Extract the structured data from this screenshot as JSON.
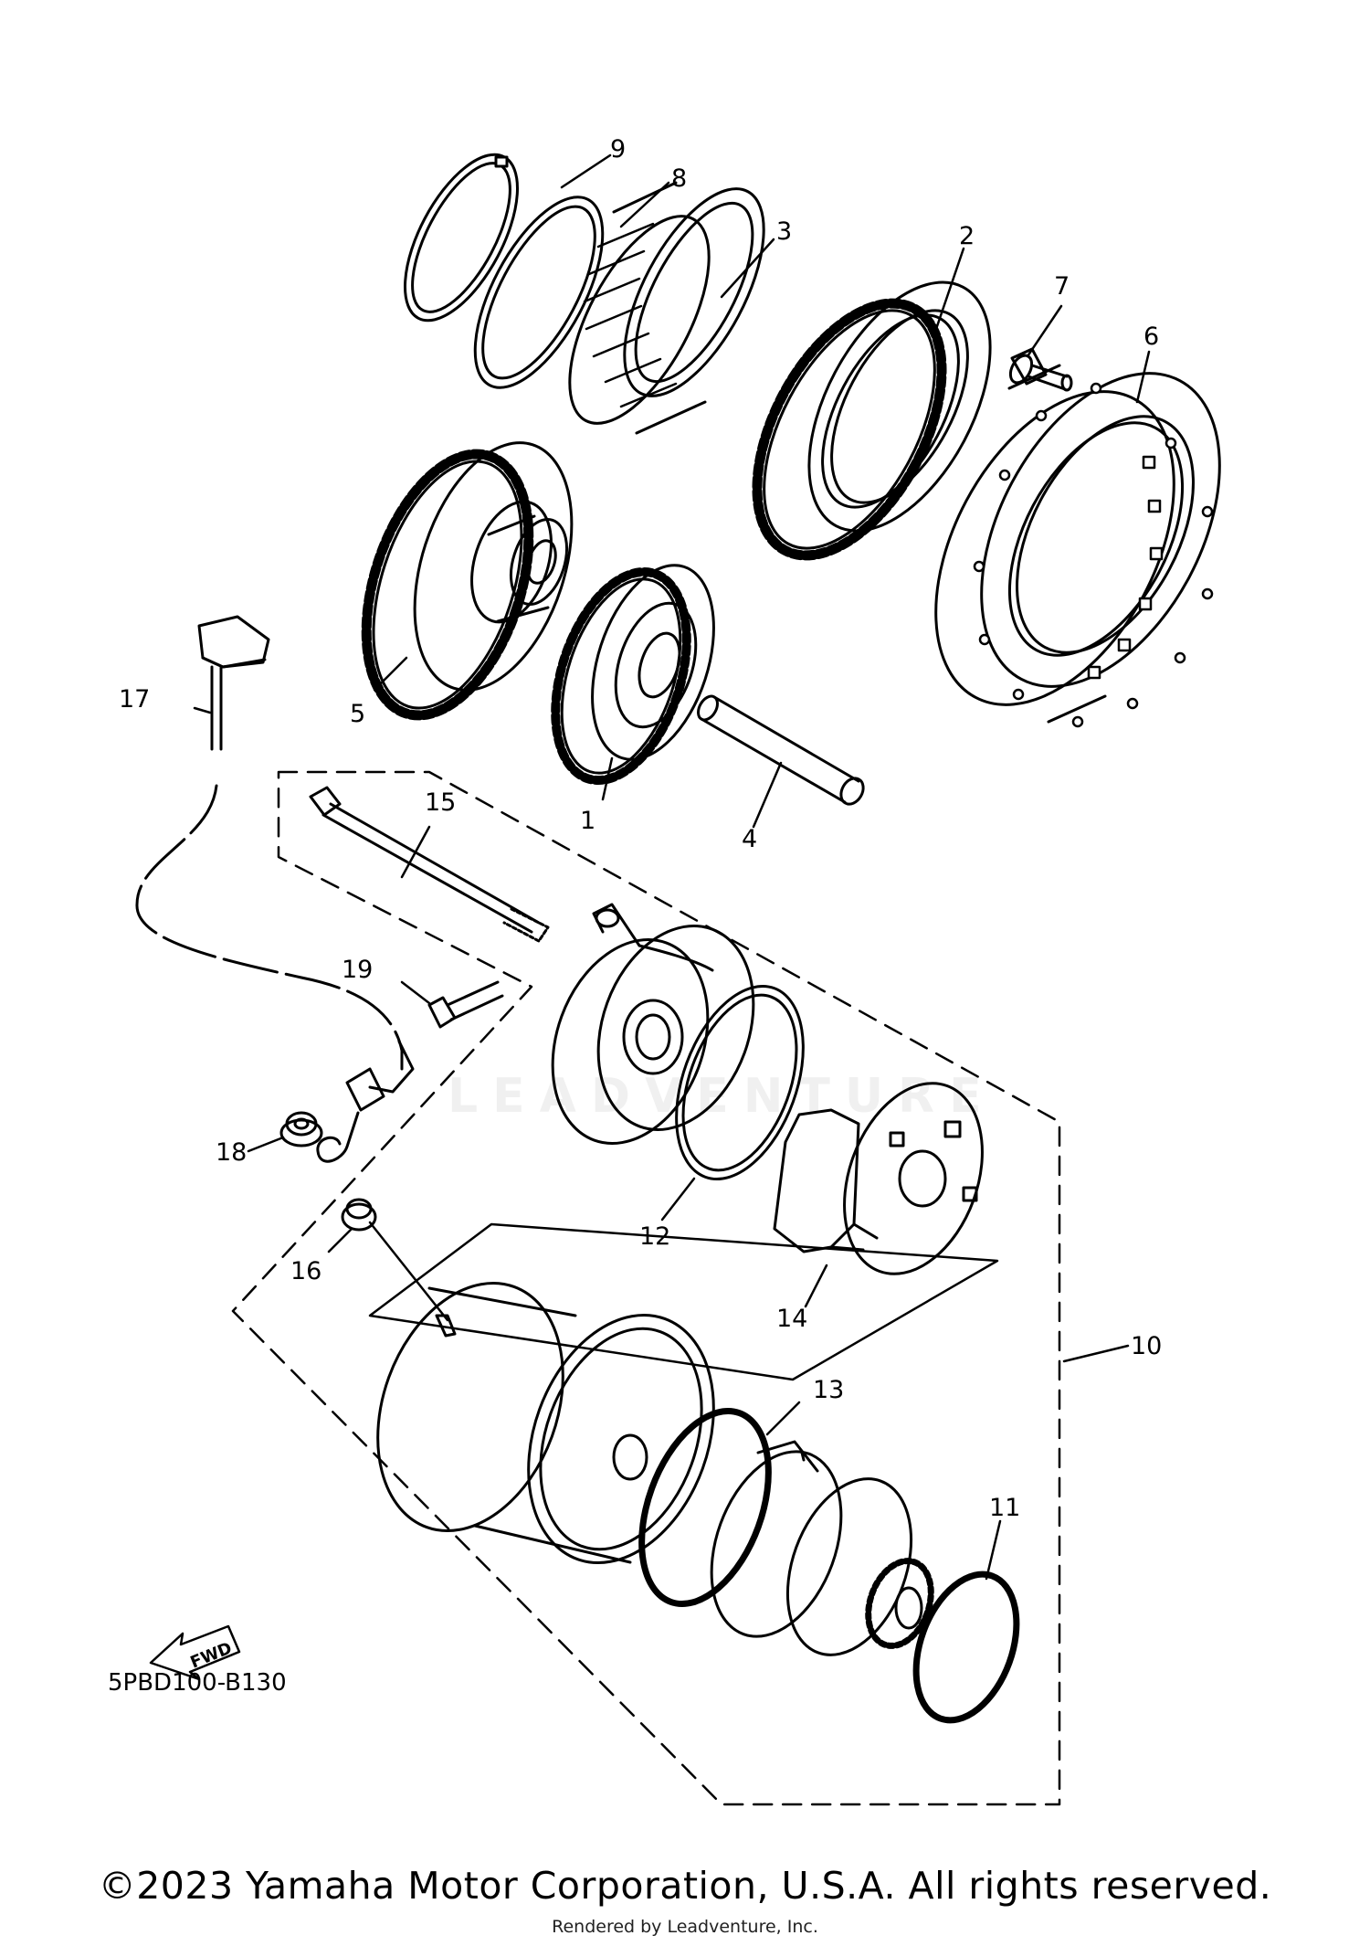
{
  "callouts": {
    "c1": "1",
    "c2": "2",
    "c3": "3",
    "c4": "4",
    "c5": "5",
    "c6": "6",
    "c7": "7",
    "c8": "8",
    "c9": "9",
    "c10": "10",
    "c11": "11",
    "c12": "12",
    "c13": "13",
    "c14": "14",
    "c15": "15",
    "c16": "16",
    "c17": "17",
    "c18": "18",
    "c19": "19"
  },
  "fwd_label": "FWD",
  "diagram_code": "5PBD100-B130",
  "watermark": "LEADVENTURE",
  "copyright": "©2023 Yamaha Motor Corporation, U.S.A. All rights reserved.",
  "rendered_by": "Rendered by Leadventure, Inc."
}
